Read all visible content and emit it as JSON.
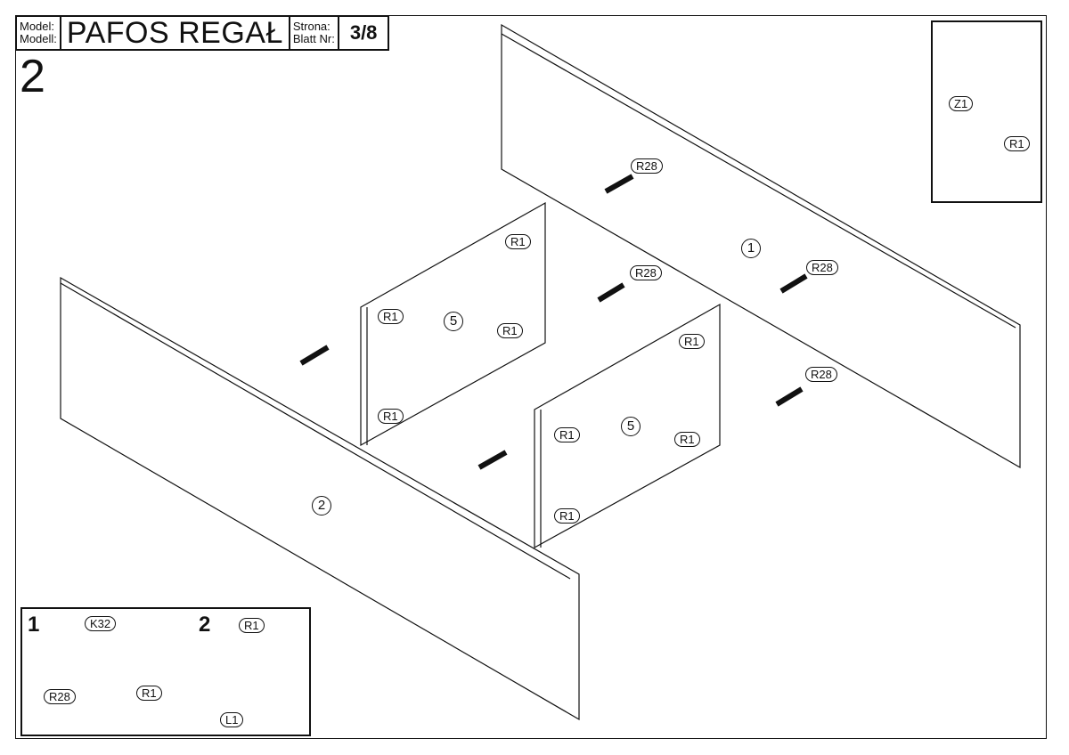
{
  "header": {
    "model_label_pl": "Model:",
    "model_label_de": "Modell:",
    "model_name": "PAFOS REGAŁ",
    "page_label_pl": "Strona:",
    "page_label_de": "Blatt Nr:",
    "page_number": "3/8"
  },
  "step_number": "2",
  "panels": {
    "back_panel": "1",
    "front_panel": "2",
    "shelf_upper": "5",
    "shelf_lower": "5"
  },
  "part_tags": {
    "r28": "R28",
    "r1": "R1",
    "z1": "Z1",
    "k32": "K32",
    "l1": "L1"
  },
  "inset_bottom": {
    "step1": "1",
    "step2": "2"
  }
}
